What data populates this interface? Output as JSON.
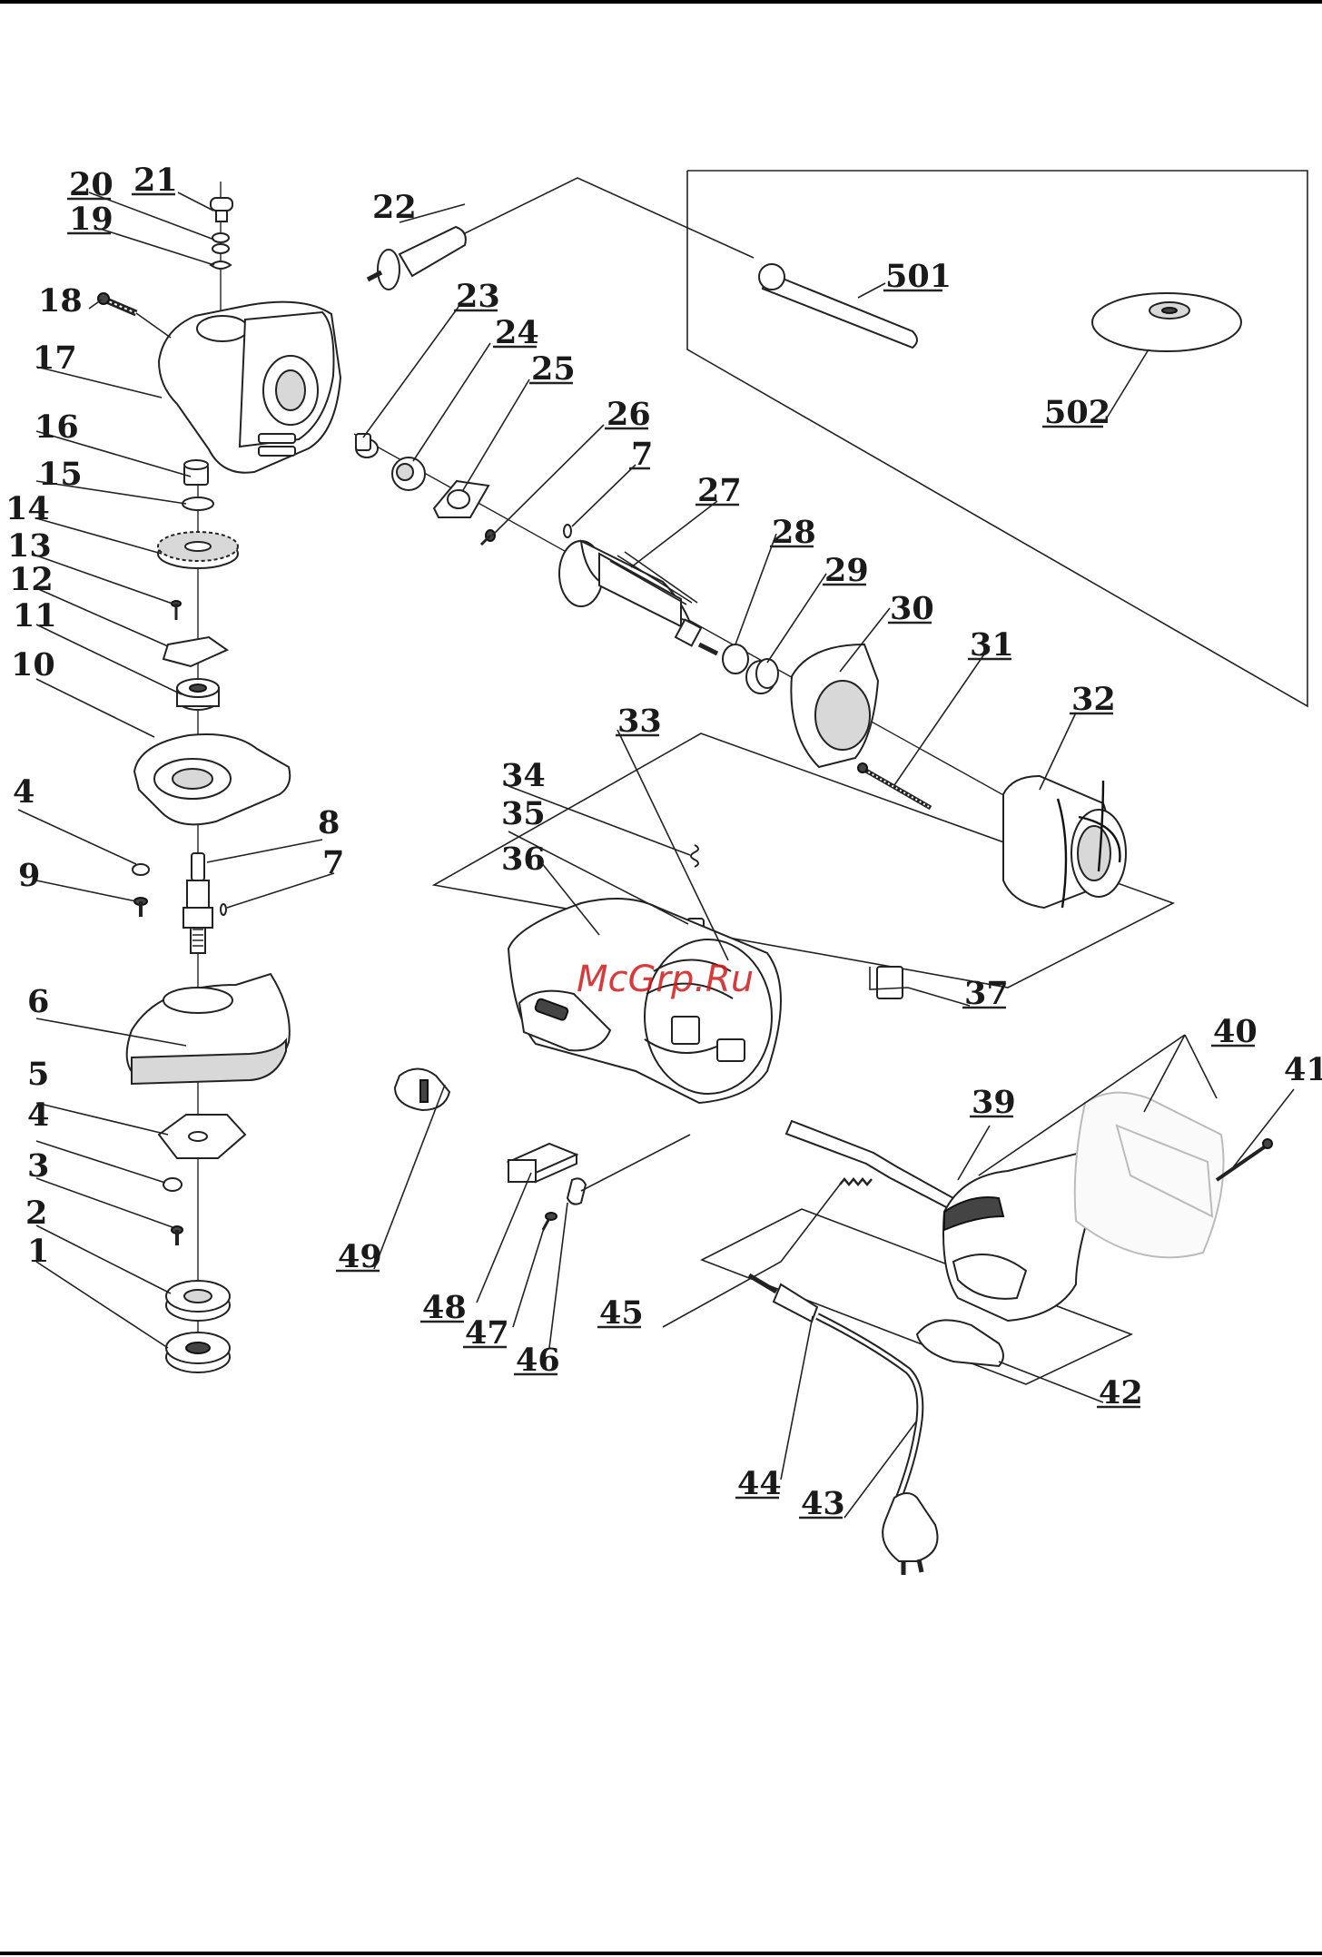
{
  "watermark": "McGrp.Ru",
  "part_labels": {
    "p1": "1",
    "p2": "2",
    "p3": "3",
    "p4a": "4",
    "p4b": "4",
    "p5": "5",
    "p6": "6",
    "p7a": "7",
    "p7b": "7",
    "p8": "8",
    "p9": "9",
    "p10": "10",
    "p11": "11",
    "p12": "12",
    "p13": "13",
    "p14": "14",
    "p15": "15",
    "p16": "16",
    "p17": "17",
    "p18": "18",
    "p19": "19",
    "p20": "20",
    "p21": "21",
    "p22": "22",
    "p23": "23",
    "p24": "24",
    "p25": "25",
    "p26": "26",
    "p27": "27",
    "p28": "28",
    "p29": "29",
    "p30": "30",
    "p31": "31",
    "p32": "32",
    "p33": "33",
    "p34": "34",
    "p35": "35",
    "p36": "36",
    "p37": "37",
    "p39": "39",
    "p40": "40",
    "p41": "41",
    "p42": "42",
    "p43": "43",
    "p44": "44",
    "p45": "45",
    "p46": "46",
    "p47": "47",
    "p48": "48",
    "p49": "49",
    "p501": "501",
    "p502": "502"
  }
}
